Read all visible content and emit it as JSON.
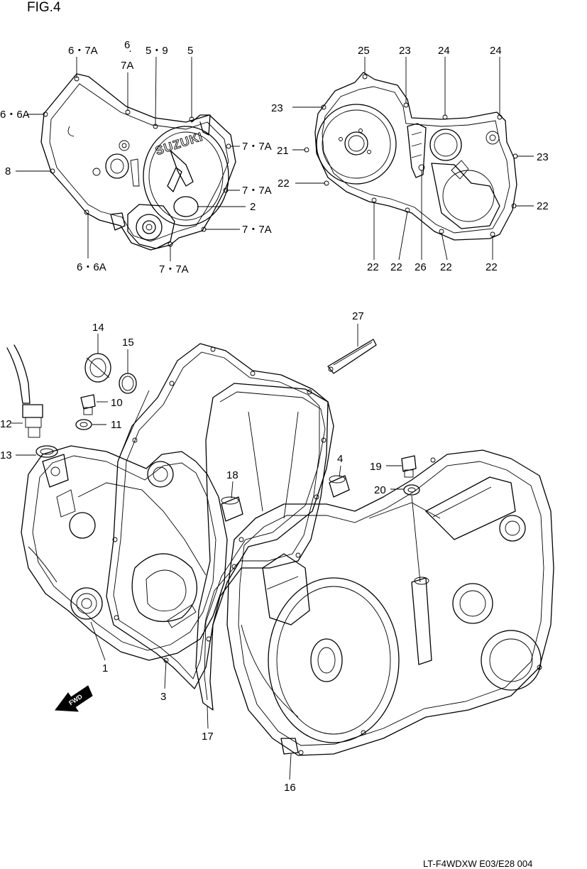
{
  "figure_label": "FIG.4",
  "drawing_code": "LT-F4WDXW E03/E28  004",
  "brand_text": "SUZUKI",
  "fwd_text": "FWD",
  "callouts": [
    "6・7A",
    "6",
    "7A",
    "5・9",
    "5",
    "6・6A",
    "7・7A",
    "8",
    "7・7A",
    "2",
    "7・7A",
    "6・6A",
    "7・7A",
    "25",
    "23",
    "24",
    "24",
    "23",
    "21",
    "23",
    "22",
    "22",
    "22",
    "22",
    "26",
    "22",
    "22",
    "27",
    "14",
    "15",
    "10",
    "12",
    "11",
    "13",
    "19",
    "20",
    "4",
    "18",
    "1",
    "3",
    "17",
    "16"
  ]
}
